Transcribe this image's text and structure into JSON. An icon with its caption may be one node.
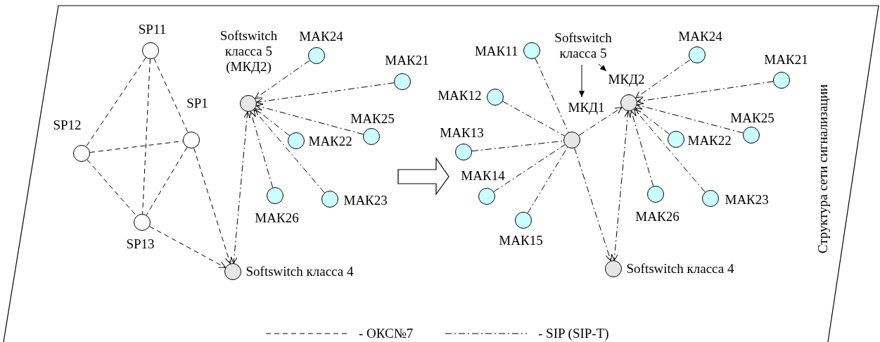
{
  "diagram": {
    "nodes": [
      {
        "text": [
          "SP11"
        ]
      },
      {
        "text": [
          "SP12"
        ]
      },
      {
        "text": [
          "SP1"
        ]
      },
      {
        "text": [
          "SP13"
        ]
      },
      {
        "text": [
          "Softswitch класса 5 (МКД2)"
        ]
      },
      {
        "text": [
          "МАК24"
        ]
      },
      {
        "text": [
          "МАК21"
        ]
      },
      {
        "text": [
          "МАК25"
        ]
      },
      {
        "text": [
          "МАК22"
        ]
      },
      {
        "text": [
          "МАК26"
        ]
      },
      {
        "text": [
          "МАК23"
        ]
      },
      {
        "text": [
          "Softswitch класса 4"
        ]
      },
      {
        "text": [
          "Softswitch класса 5"
        ]
      },
      {
        "text": [
          "МАК11"
        ]
      },
      {
        "text": [
          "МАК12"
        ]
      },
      {
        "text": [
          "МАК13"
        ]
      },
      {
        "text": [
          "МАК14"
        ]
      },
      {
        "text": [
          "МАК15"
        ]
      },
      {
        "text": [
          "МКД1"
        ]
      },
      {
        "text": [
          "МКД2"
        ]
      },
      {
        "text": [
          "МАК24"
        ]
      },
      {
        "text": [
          "МАК21"
        ]
      },
      {
        "text": [
          "МАК25"
        ]
      },
      {
        "text": [
          "МАК22"
        ]
      },
      {
        "text": [
          "МАК26"
        ]
      },
      {
        "text": [
          "МАК23"
        ]
      },
      {
        "text": [
          "Softswitch класса 4"
        ]
      }
    ],
    "edges": [
      {
        "from": 0,
        "to": 1,
        "arrow": "none",
        "style": "dashed"
      },
      {
        "from": 0,
        "to": 3,
        "arrow": "none",
        "style": "dashed"
      },
      {
        "from": 0,
        "to": 2,
        "arrow": "none",
        "style": "dashed"
      },
      {
        "from": 1,
        "to": 2,
        "arrow": "none",
        "style": "dashed"
      },
      {
        "from": 1,
        "to": 3,
        "arrow": "none",
        "style": "dashed"
      },
      {
        "from": 2,
        "to": 3,
        "arrow": "none",
        "style": "dashed"
      },
      {
        "from": 2,
        "to": 11,
        "arrow": "to",
        "style": "dashed"
      },
      {
        "from": 3,
        "to": 11,
        "arrow": "to",
        "style": "dashed"
      },
      {
        "from": 5,
        "to": 4,
        "arrow": "to",
        "style": "dashed"
      },
      {
        "from": 6,
        "to": 4,
        "arrow": "to",
        "style": "dashed"
      },
      {
        "from": 7,
        "to": 4,
        "arrow": "to",
        "style": "dashed"
      },
      {
        "from": 8,
        "to": 4,
        "arrow": "to",
        "style": "dashed"
      },
      {
        "from": 9,
        "to": 4,
        "arrow": "to",
        "style": "dashed"
      },
      {
        "from": 10,
        "to": 4,
        "arrow": "to",
        "style": "dashed"
      },
      {
        "from": 4,
        "to": 11,
        "arrow": "both",
        "style": "dashed"
      },
      {
        "from": 12,
        "to": 18,
        "arrow": "to"
      },
      {
        "from": 12,
        "to": 19,
        "arrow": "to"
      },
      {
        "from": 13,
        "to": 18,
        "arrow": "none",
        "style": "dashed"
      },
      {
        "from": 14,
        "to": 18,
        "arrow": "none",
        "style": "dashed"
      },
      {
        "from": 15,
        "to": 18,
        "arrow": "none",
        "style": "dashed"
      },
      {
        "from": 16,
        "to": 18,
        "arrow": "none",
        "style": "dashed"
      },
      {
        "from": 17,
        "to": 18,
        "arrow": "none",
        "style": "dashed"
      },
      {
        "from": 18,
        "to": 19,
        "arrow": "to",
        "style": "dashed"
      },
      {
        "from": 18,
        "to": 26,
        "arrow": "to",
        "style": "dashed"
      },
      {
        "from": 20,
        "to": 19,
        "arrow": "to",
        "style": "dashed"
      },
      {
        "from": 21,
        "to": 19,
        "arrow": "to",
        "style": "dashed"
      },
      {
        "from": 22,
        "to": 19,
        "arrow": "to",
        "style": "dashed"
      },
      {
        "from": 23,
        "to": 19,
        "arrow": "to",
        "style": "dashed"
      },
      {
        "from": 24,
        "to": 19,
        "arrow": "to",
        "style": "dashed"
      },
      {
        "from": 25,
        "to": 19,
        "arrow": "to",
        "style": "dashed"
      },
      {
        "from": 19,
        "to": 26,
        "arrow": "both",
        "style": "dashed"
      }
    ],
    "labels": [
      "Структура сети сигнализации"
    ],
    "legend": [
      {
        "text": "- ОКС№7"
      },
      {
        "text": "- SIP (SIP-T)"
      }
    ]
  }
}
